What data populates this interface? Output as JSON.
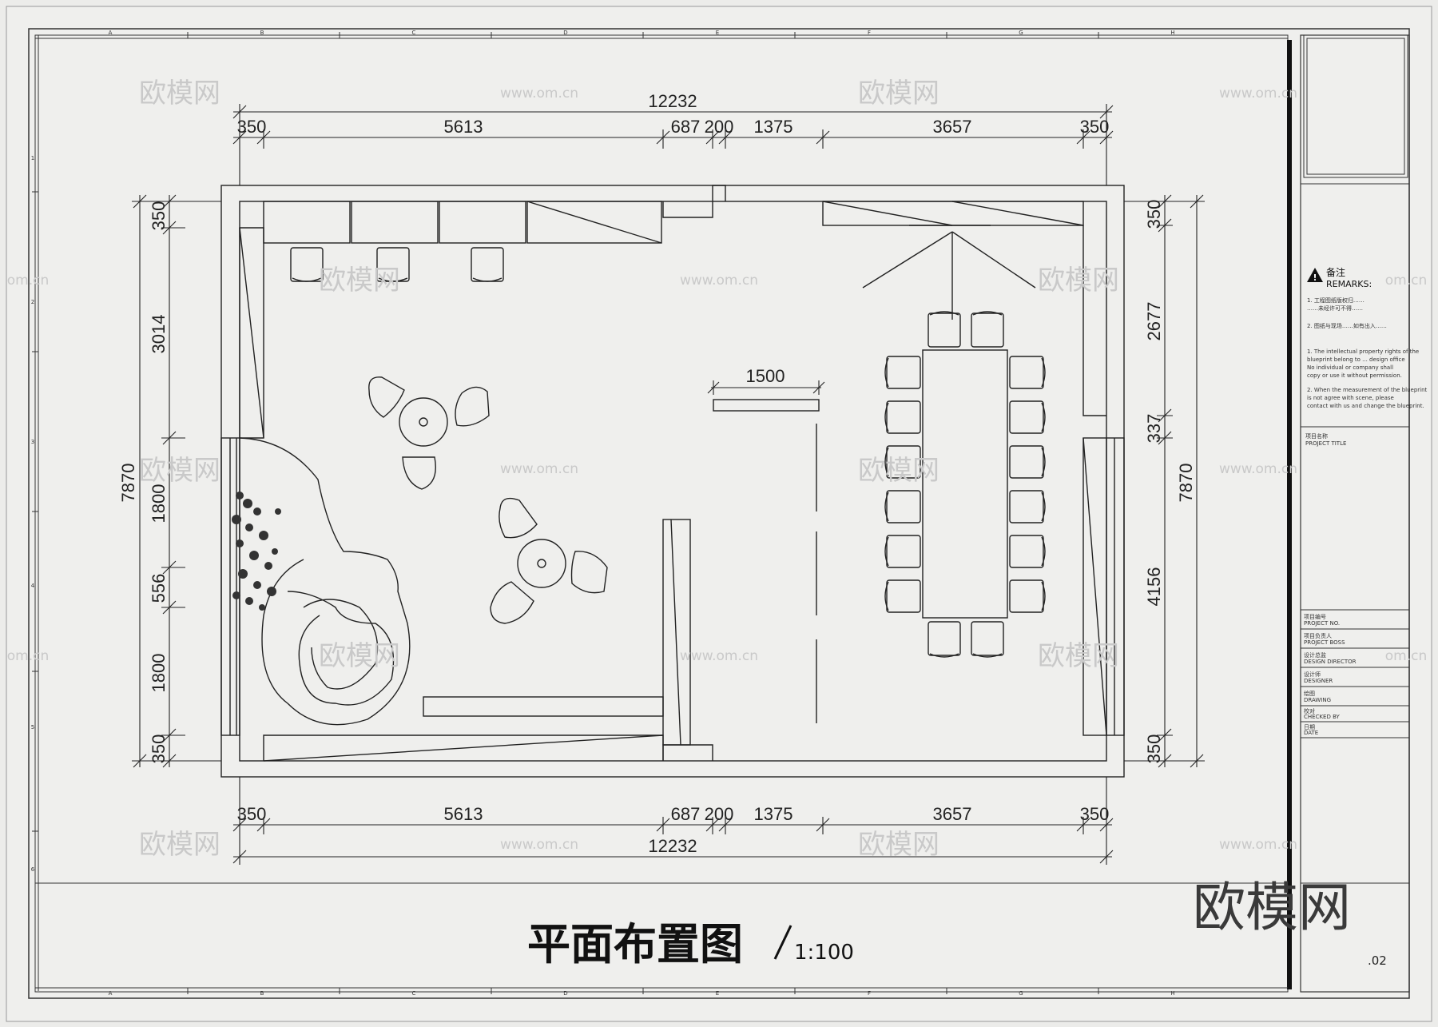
{
  "drawing": {
    "title": "平面布置图",
    "scale": "1:100",
    "sheet_number": ".02"
  },
  "watermarks": {
    "brand": "欧模网",
    "url": "www.om.cn",
    "url_short": "om.cn"
  },
  "grid_labels": {
    "columns": [
      "A",
      "B",
      "C",
      "D",
      "E",
      "F",
      "G",
      "H"
    ],
    "rows": [
      "1",
      "2",
      "3",
      "4",
      "5",
      "6"
    ]
  },
  "dimensions": {
    "overall_width": "12232",
    "overall_height": "7870",
    "top_segments": [
      "350",
      "5613",
      "687",
      "200",
      "1375",
      "3657",
      "350"
    ],
    "left_segments": [
      "350",
      "3014",
      "1800",
      "556",
      "1800",
      "350"
    ],
    "right_segments": [
      "350",
      "2677",
      "337",
      "4156",
      "350"
    ],
    "partition_width": "1500"
  },
  "title_block": {
    "remarks_cn": "备注",
    "remarks_en": "REMARKS:",
    "notes": [
      "1. 工程图纸版权归……",
      "   ……未经许可不得……",
      "2. 图纸与现场……如有出入……",
      "1. The intellectual property rights of the",
      "   blueprint belong to ... design office",
      "   No individual or company shall",
      "   copy or use it without permission.",
      "2. When the measurement of the blueprint",
      "   is not agree with scene, please",
      "   contact with us and change the blueprint."
    ],
    "fields": [
      {
        "cn": "项目名称",
        "en": "PROJECT TITLE"
      },
      {
        "cn": "项目编号",
        "en": "PROJECT NO."
      },
      {
        "cn": "项目负责人",
        "en": "PROJECT BOSS"
      },
      {
        "cn": "设计总监",
        "en": "DESIGN DIRECTOR"
      },
      {
        "cn": "设计师",
        "en": "DESIGNER"
      },
      {
        "cn": "绘图",
        "en": "DRAWING"
      },
      {
        "cn": "校对",
        "en": "CHECKED BY"
      },
      {
        "cn": "日期",
        "en": "DATE"
      }
    ]
  }
}
